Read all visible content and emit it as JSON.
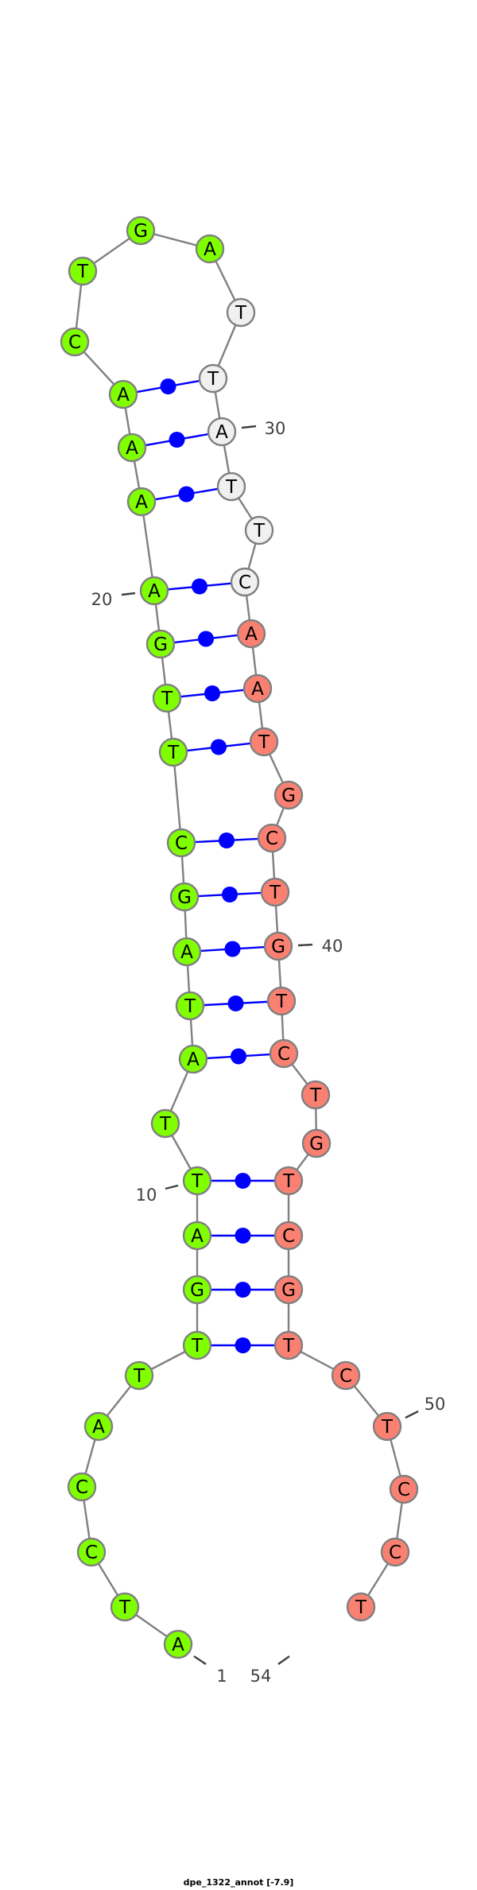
{
  "title": "dpe_1322_annot [-7.9]",
  "sequence": "ATCCATTGATTATAGCTTGAAAACTGATTATTCAATGCTGTCTGTCGTCTCCT",
  "pairs": [
    [
      7,
      48
    ],
    [
      8,
      47
    ],
    [
      9,
      46
    ],
    [
      10,
      45
    ],
    [
      12,
      42
    ],
    [
      13,
      41
    ],
    [
      14,
      40
    ],
    [
      15,
      39
    ],
    [
      16,
      38
    ],
    [
      17,
      36
    ],
    [
      18,
      35
    ],
    [
      19,
      34
    ],
    [
      20,
      33
    ],
    [
      21,
      31
    ],
    [
      22,
      30
    ],
    [
      23,
      29
    ]
  ],
  "index_labels": [
    {
      "index": 1,
      "text": "1"
    },
    {
      "index": 10,
      "text": "10"
    },
    {
      "index": 20,
      "text": "20"
    },
    {
      "index": 30,
      "text": "30"
    },
    {
      "index": 40,
      "text": "40"
    },
    {
      "index": 50,
      "text": "50"
    },
    {
      "index": 54,
      "text": "54"
    }
  ],
  "regions": [
    {
      "from": 1,
      "to": 27,
      "color": "#7FFF00"
    },
    {
      "from": 28,
      "to": 33,
      "color": "#F0F0F0"
    },
    {
      "from": 34,
      "to": 54,
      "color": "#FA8072"
    }
  ],
  "colors": {
    "backbone": "#808080",
    "pair": "#0000FF",
    "outline": "#808080",
    "label": "#404040"
  }
}
